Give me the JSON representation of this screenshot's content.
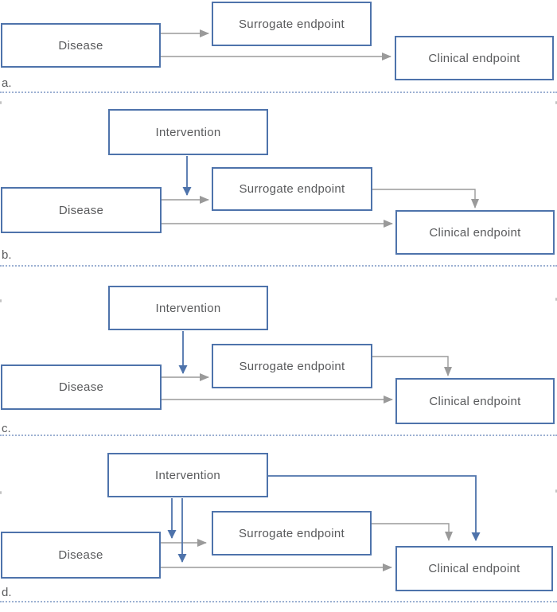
{
  "figure": {
    "panels": [
      {
        "letter": "a.",
        "boxes": {
          "disease": "Disease",
          "surrogate": "Surrogate endpoint",
          "clinical": "Clinical endpoint"
        }
      },
      {
        "letter": "b.",
        "boxes": {
          "intervention": "Intervention",
          "disease": "Disease",
          "surrogate": "Surrogate endpoint",
          "clinical": "Clinical endpoint"
        }
      },
      {
        "letter": "c.",
        "boxes": {
          "intervention": "Intervention",
          "disease": "Disease",
          "surrogate": "Surrogate endpoint",
          "clinical": "Clinical endpoint"
        }
      },
      {
        "letter": "d.",
        "boxes": {
          "intervention": "Intervention",
          "disease": "Disease",
          "surrogate": "Surrogate endpoint",
          "clinical": "Clinical endpoint"
        }
      }
    ],
    "colors": {
      "box_border": "#4e73ab",
      "blue_arrow": "#4e73ab",
      "gray_arrow": "#9a9a9a",
      "label_text": "#595a5c",
      "divider": "#9cb0d2",
      "background": "#ffffff"
    }
  }
}
